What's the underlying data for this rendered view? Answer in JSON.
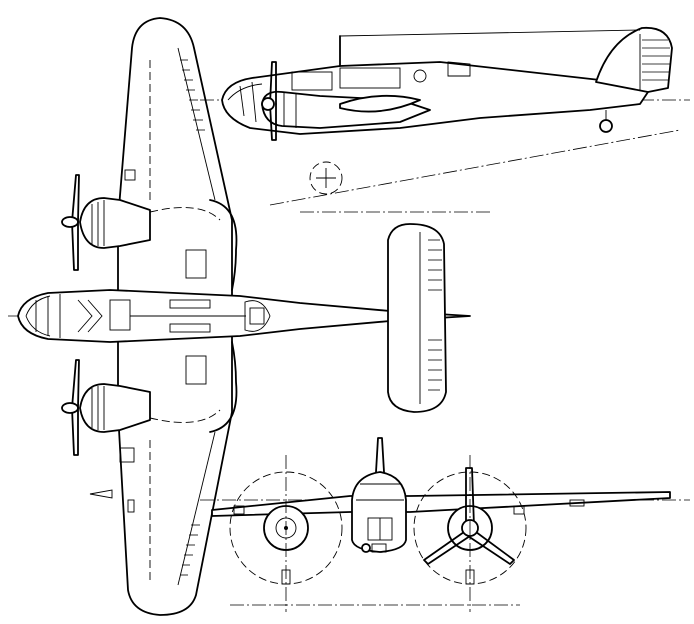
{
  "drawing": {
    "views": [
      "side-view",
      "top-view",
      "front-view"
    ],
    "line_color": "#000000",
    "background": "#ffffff"
  }
}
